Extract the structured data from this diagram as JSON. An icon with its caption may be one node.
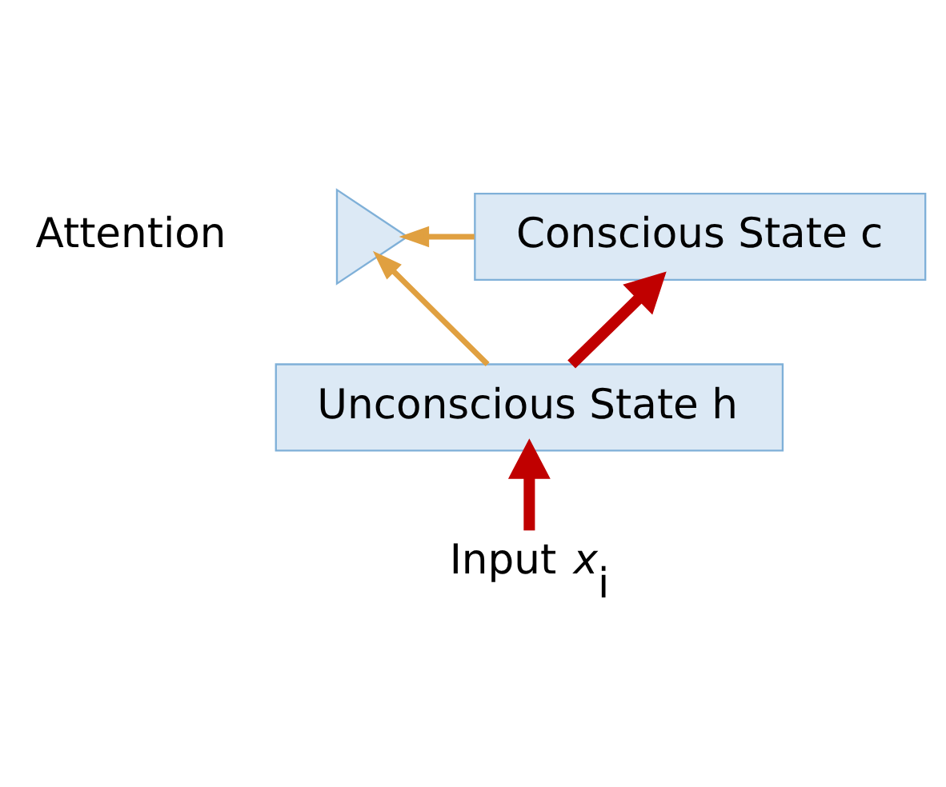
{
  "diagram": {
    "nodes": [
      {
        "text": [
          "Conscious State c"
        ]
      },
      {
        "text": [
          "Unconscious State h"
        ]
      },
      {
        "text": [],
        "shape": "triangle"
      },
      {
        "text": [
          "Input *x*$_{i}$"
        ]
      }
    ],
    "edges": [
      {
        "from": 3,
        "to": 1,
        "arrow": "to",
        "style": "thick",
        "color": "#c00000"
      },
      {
        "from": 1,
        "to": 0,
        "arrow": "to",
        "style": "thick",
        "color": "#c00000"
      },
      {
        "from": 1,
        "to": 2,
        "arrow": "to",
        "color": "#e0a040"
      },
      {
        "from": 0,
        "to": 2,
        "arrow": "to",
        "color": "#e0a040"
      }
    ],
    "labels": [
      "Attention"
    ]
  }
}
